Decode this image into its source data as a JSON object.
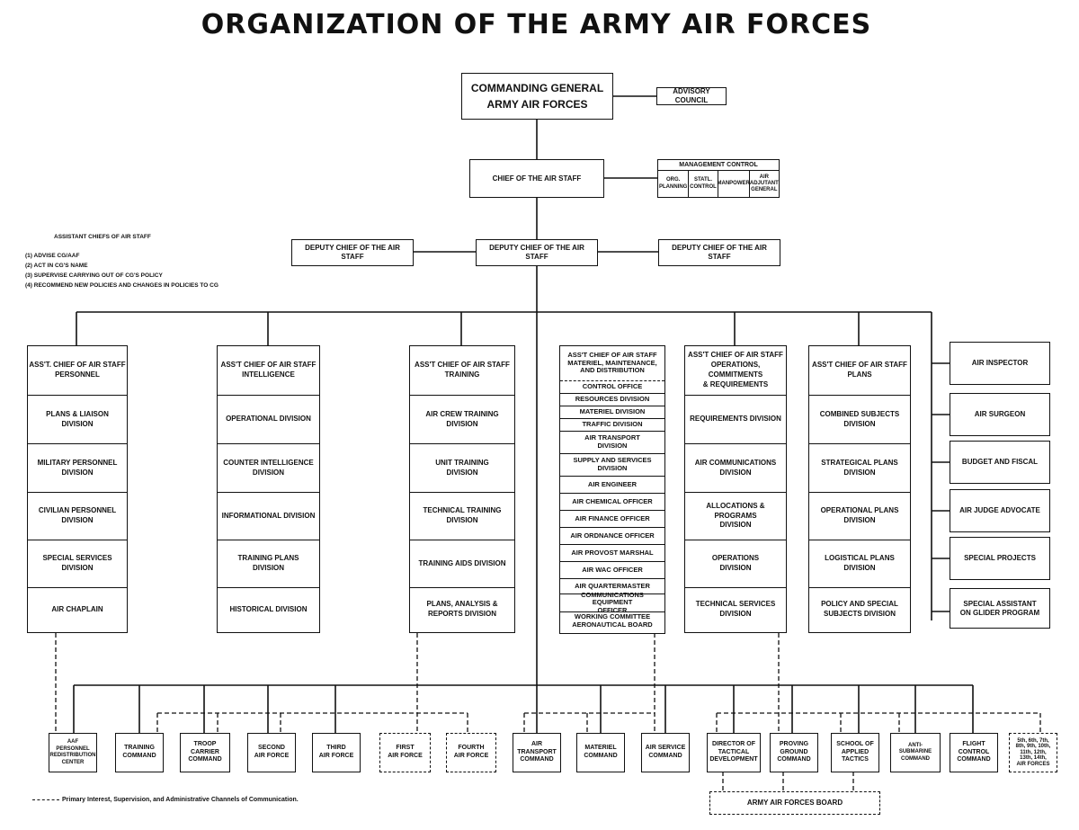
{
  "title": "ORGANIZATION OF THE ARMY AIR FORCES",
  "commanding_general": "COMMANDING GENERAL\nARMY AIR FORCES",
  "advisory_council": "ADVISORY COUNCIL",
  "chief_of_air_staff": "CHIEF OF THE AIR STAFF",
  "management_control": {
    "title": "MANAGEMENT CONTROL",
    "units": [
      "ORG.\nPLANNING",
      "STATL.\nCONTROL",
      "MANPOWER",
      "AIR\nADJUTANT\nGENERAL"
    ]
  },
  "deputy_left": "DEPUTY CHIEF OF THE AIR STAFF",
  "deputy_center": "DEPUTY CHIEF OF THE AIR STAFF",
  "deputy_right": "DEPUTY CHIEF OF THE AIR STAFF",
  "assistant_chiefs_notes": {
    "heading": "ASSISTANT CHIEFS OF AIR STAFF",
    "items": [
      "(1) ADVISE CG/AAF",
      "(2) ACT IN CG'S NAME",
      "(3) SUPERVISE CARRYING OUT OF CG'S POLICY",
      "(4) RECOMMEND NEW POLICIES AND CHANGES IN POLICIES TO CG"
    ]
  },
  "columns": [
    {
      "header": "ASS'T. CHIEF OF AIR STAFF\nPERSONNEL",
      "divisions": [
        "PLANS & LIAISON\nDIVISION",
        "MILITARY PERSONNEL\nDIVISION",
        "CIVILIAN PERSONNEL\nDIVISION",
        "SPECIAL SERVICES\nDIVISION",
        "AIR CHAPLAIN"
      ]
    },
    {
      "header": "ASS'T CHIEF OF AIR STAFF\nINTELLIGENCE",
      "divisions": [
        "OPERATIONAL DIVISION",
        "COUNTER INTELLIGENCE\nDIVISION",
        "INFORMATIONAL DIVISION",
        "TRAINING PLANS\nDIVISION",
        "HISTORICAL DIVISION"
      ]
    },
    {
      "header": "ASS'T CHIEF OF AIR STAFF\nTRAINING",
      "divisions": [
        "AIR CREW TRAINING\nDIVISION",
        "UNIT TRAINING\nDIVISION",
        "TECHNICAL TRAINING\nDIVISION",
        "TRAINING AIDS DIVISION",
        "PLANS, ANALYSIS &\nREPORTS DIVISION"
      ]
    },
    {
      "header": "ASS'T CHIEF OF AIR STAFF\nOPERATIONS, COMMITMENTS\n& REQUIREMENTS",
      "divisions": [
        "REQUIREMENTS DIVISION",
        "AIR COMMUNICATIONS\nDIVISION",
        "ALLOCATIONS & PROGRAMS\nDIVISION",
        "OPERATIONS\nDIVISION",
        "TECHNICAL SERVICES\nDIVISION"
      ]
    },
    {
      "header": "ASS'T CHIEF OF AIR STAFF\nPLANS",
      "divisions": [
        "COMBINED SUBJECTS\nDIVISION",
        "STRATEGICAL PLANS\nDIVISION",
        "OPERATIONAL PLANS\nDIVISION",
        "LOGISTICAL PLANS\nDIVISION",
        "POLICY AND SPECIAL\nSUBJECTS DIVISION"
      ]
    }
  ],
  "materiel_column": {
    "header": "ASS'T CHIEF OF AIR STAFF\nMATERIEL, MAINTENANCE,\nAND DISTRIBUTION",
    "units": [
      "CONTROL OFFICE",
      "RESOURCES DIVISION",
      "MATERIEL DIVISION",
      "TRAFFIC DIVISION",
      "AIR TRANSPORT\nDIVISION",
      "SUPPLY AND SERVICES\nDIVISION",
      "AIR ENGINEER",
      "AIR CHEMICAL OFFICER",
      "AIR FINANCE OFFICER",
      "AIR ORDNANCE OFFICER",
      "AIR PROVOST MARSHAL",
      "AIR WAC OFFICER",
      "AIR QUARTERMASTER",
      "COMMUNICATIONS EQUIPMENT\nOFFICER",
      "WORKING COMMITTEE\nAERONAUTICAL BOARD"
    ]
  },
  "special_staff": [
    "AIR INSPECTOR",
    "AIR SURGEON",
    "BUDGET AND FISCAL",
    "AIR JUDGE ADVOCATE",
    "SPECIAL PROJECTS",
    "SPECIAL ASSISTANT\nON GLIDER PROGRAM"
  ],
  "commands": [
    "AAF PERSONNEL\nREDISTRIBUTION\nCENTER",
    "TRAINING\nCOMMAND",
    "TROOP CARRIER\nCOMMAND",
    "SECOND\nAIR FORCE",
    "THIRD\nAIR FORCE",
    "FIRST\nAIR FORCE",
    "FOURTH\nAIR FORCE",
    "AIR TRANSPORT\nCOMMAND",
    "MATERIEL\nCOMMAND",
    "AIR SERVICE\nCOMMAND",
    "DIRECTOR OF\nTACTICAL\nDEVELOPMENT",
    "PROVING\nGROUND\nCOMMAND",
    "SCHOOL OF\nAPPLIED\nTACTICS",
    "ANTI-SUBMARINE\nCOMMAND",
    "FLIGHT\nCONTROL\nCOMMAND",
    "5th, 6th, 7th,\n8th, 9th, 10th,\n11th, 12th,\n13th, 14th,\nAIR FORCES"
  ],
  "army_air_forces_board": "ARMY AIR FORCES BOARD",
  "legend": "Primary Interest, Supervision, and Administrative Channels of Communication."
}
